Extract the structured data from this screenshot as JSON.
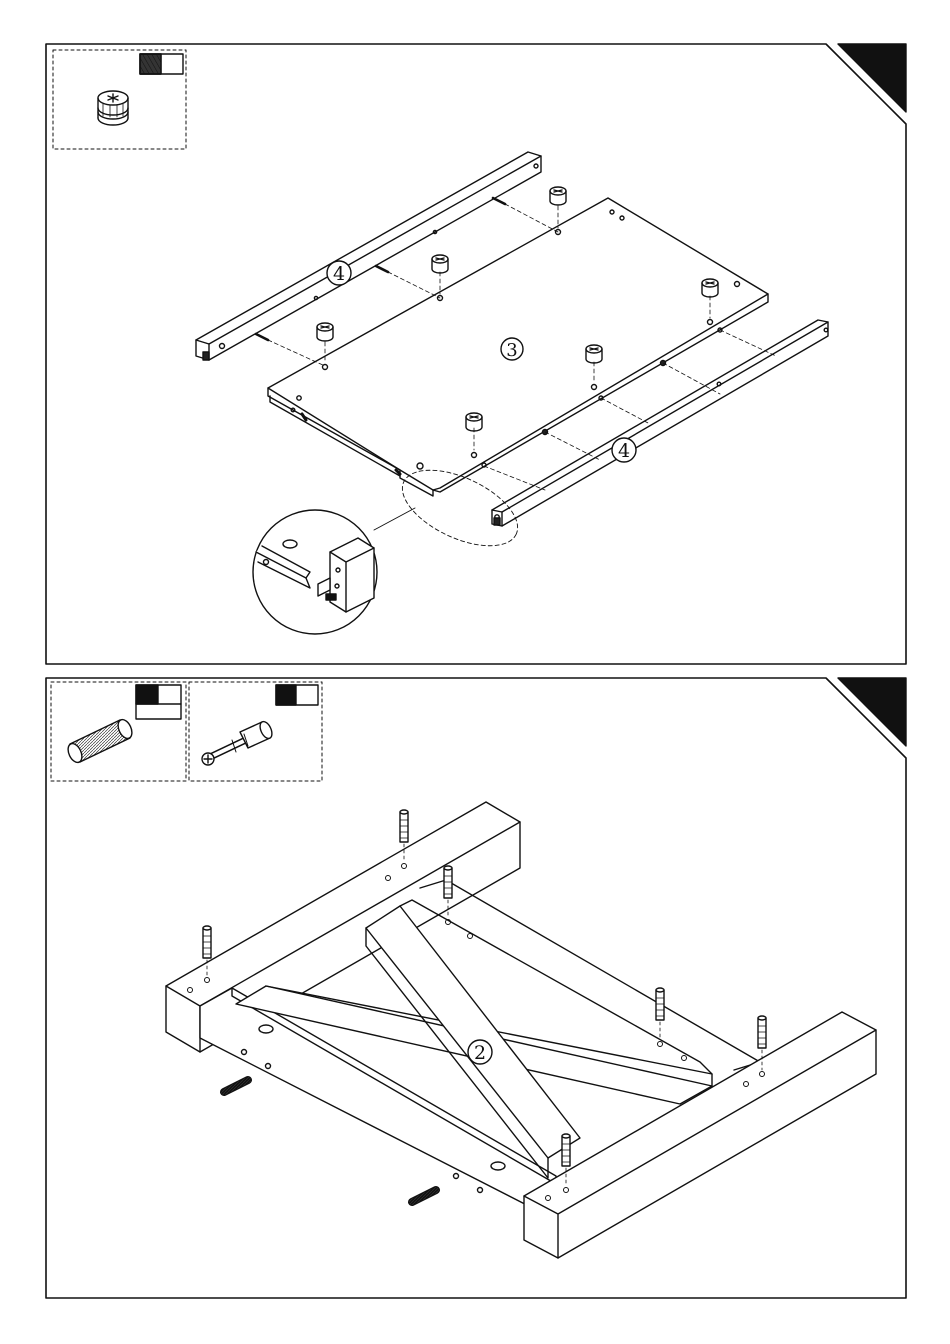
{
  "document": {
    "type": "assembly-instructions",
    "colors": {
      "ink": "#111111",
      "paper": "#ffffff",
      "hatch": "#555555"
    }
  },
  "step1": {
    "corner_marker": "black-corner-triangle",
    "parts_box": {
      "items": [
        {
          "icon": "cam-lock-nut-icon",
          "quantity_marker": "black-white-count-box"
        }
      ]
    },
    "labels": {
      "left_rail": "4",
      "board": "3",
      "right_rail": "4"
    },
    "detail_view": "circular-zoom-detail-icon"
  },
  "step2": {
    "corner_marker": "black-corner-triangle",
    "parts_box": {
      "items": [
        {
          "icon": "wood-dowel-icon",
          "quantity_marker": "black-white-count-box"
        },
        {
          "icon": "cam-bolt-icon",
          "quantity_marker": "black-white-count-box"
        }
      ]
    },
    "labels": {
      "frame": "2"
    }
  }
}
